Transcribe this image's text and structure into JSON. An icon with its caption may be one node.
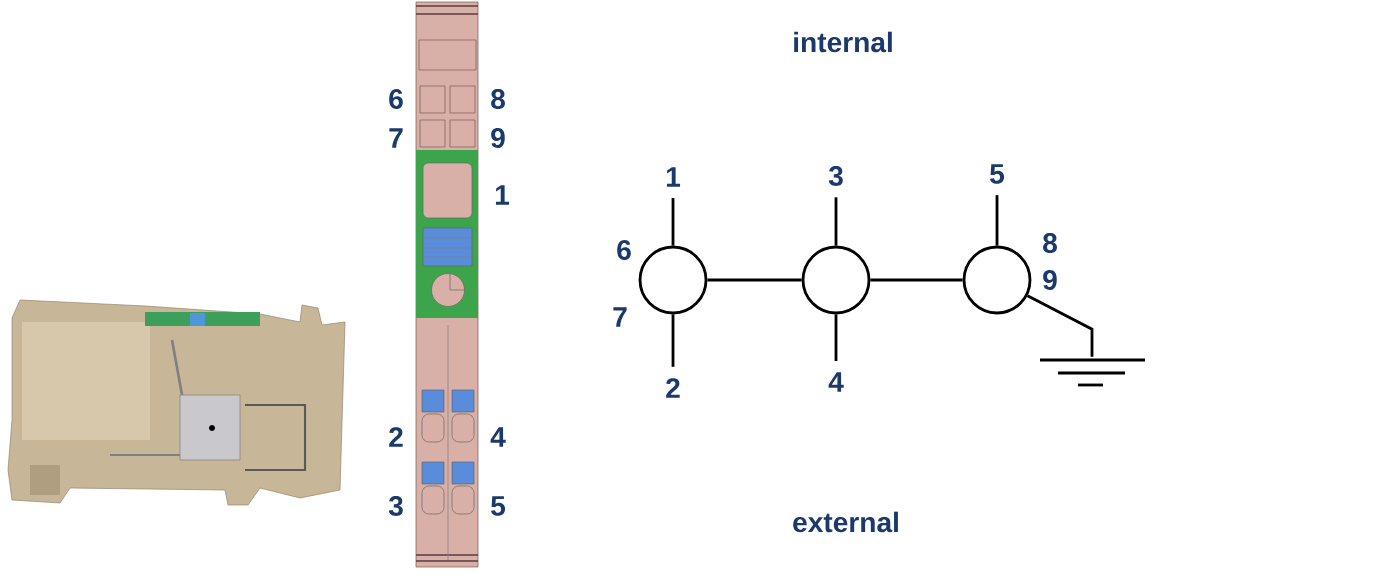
{
  "diagram": {
    "nodes": [
      {
        "text": [
          "1"
        ]
      },
      {
        "text": [
          "2"
        ]
      },
      {
        "text": [
          "3"
        ]
      },
      {
        "text": [
          "4"
        ]
      },
      {
        "text": [
          "5"
        ]
      },
      {
        "text": [],
        "shape": "circle",
        "beside": [
          "6",
          "7"
        ]
      },
      {
        "text": [],
        "shape": "circle"
      },
      {
        "text": [],
        "shape": "circle",
        "beside": [
          "8",
          "9"
        ]
      },
      {
        "text": [],
        "shape": "ground"
      }
    ],
    "edges": [
      {
        "from": 0,
        "to": 5,
        "arrow": "none"
      },
      {
        "from": 5,
        "to": 1,
        "arrow": "none"
      },
      {
        "from": 2,
        "to": 6,
        "arrow": "none"
      },
      {
        "from": 6,
        "to": 3,
        "arrow": "none"
      },
      {
        "from": 4,
        "to": 7,
        "arrow": "none"
      },
      {
        "from": 5,
        "to": 6,
        "arrow": "none"
      },
      {
        "from": 6,
        "to": 7,
        "arrow": "none"
      },
      {
        "from": 7,
        "to": 8,
        "arrow": "none"
      }
    ],
    "labels": [
      "internal",
      "6",
      "8",
      "7",
      "9",
      "1",
      "2",
      "4",
      "3",
      "5",
      "external"
    ]
  }
}
